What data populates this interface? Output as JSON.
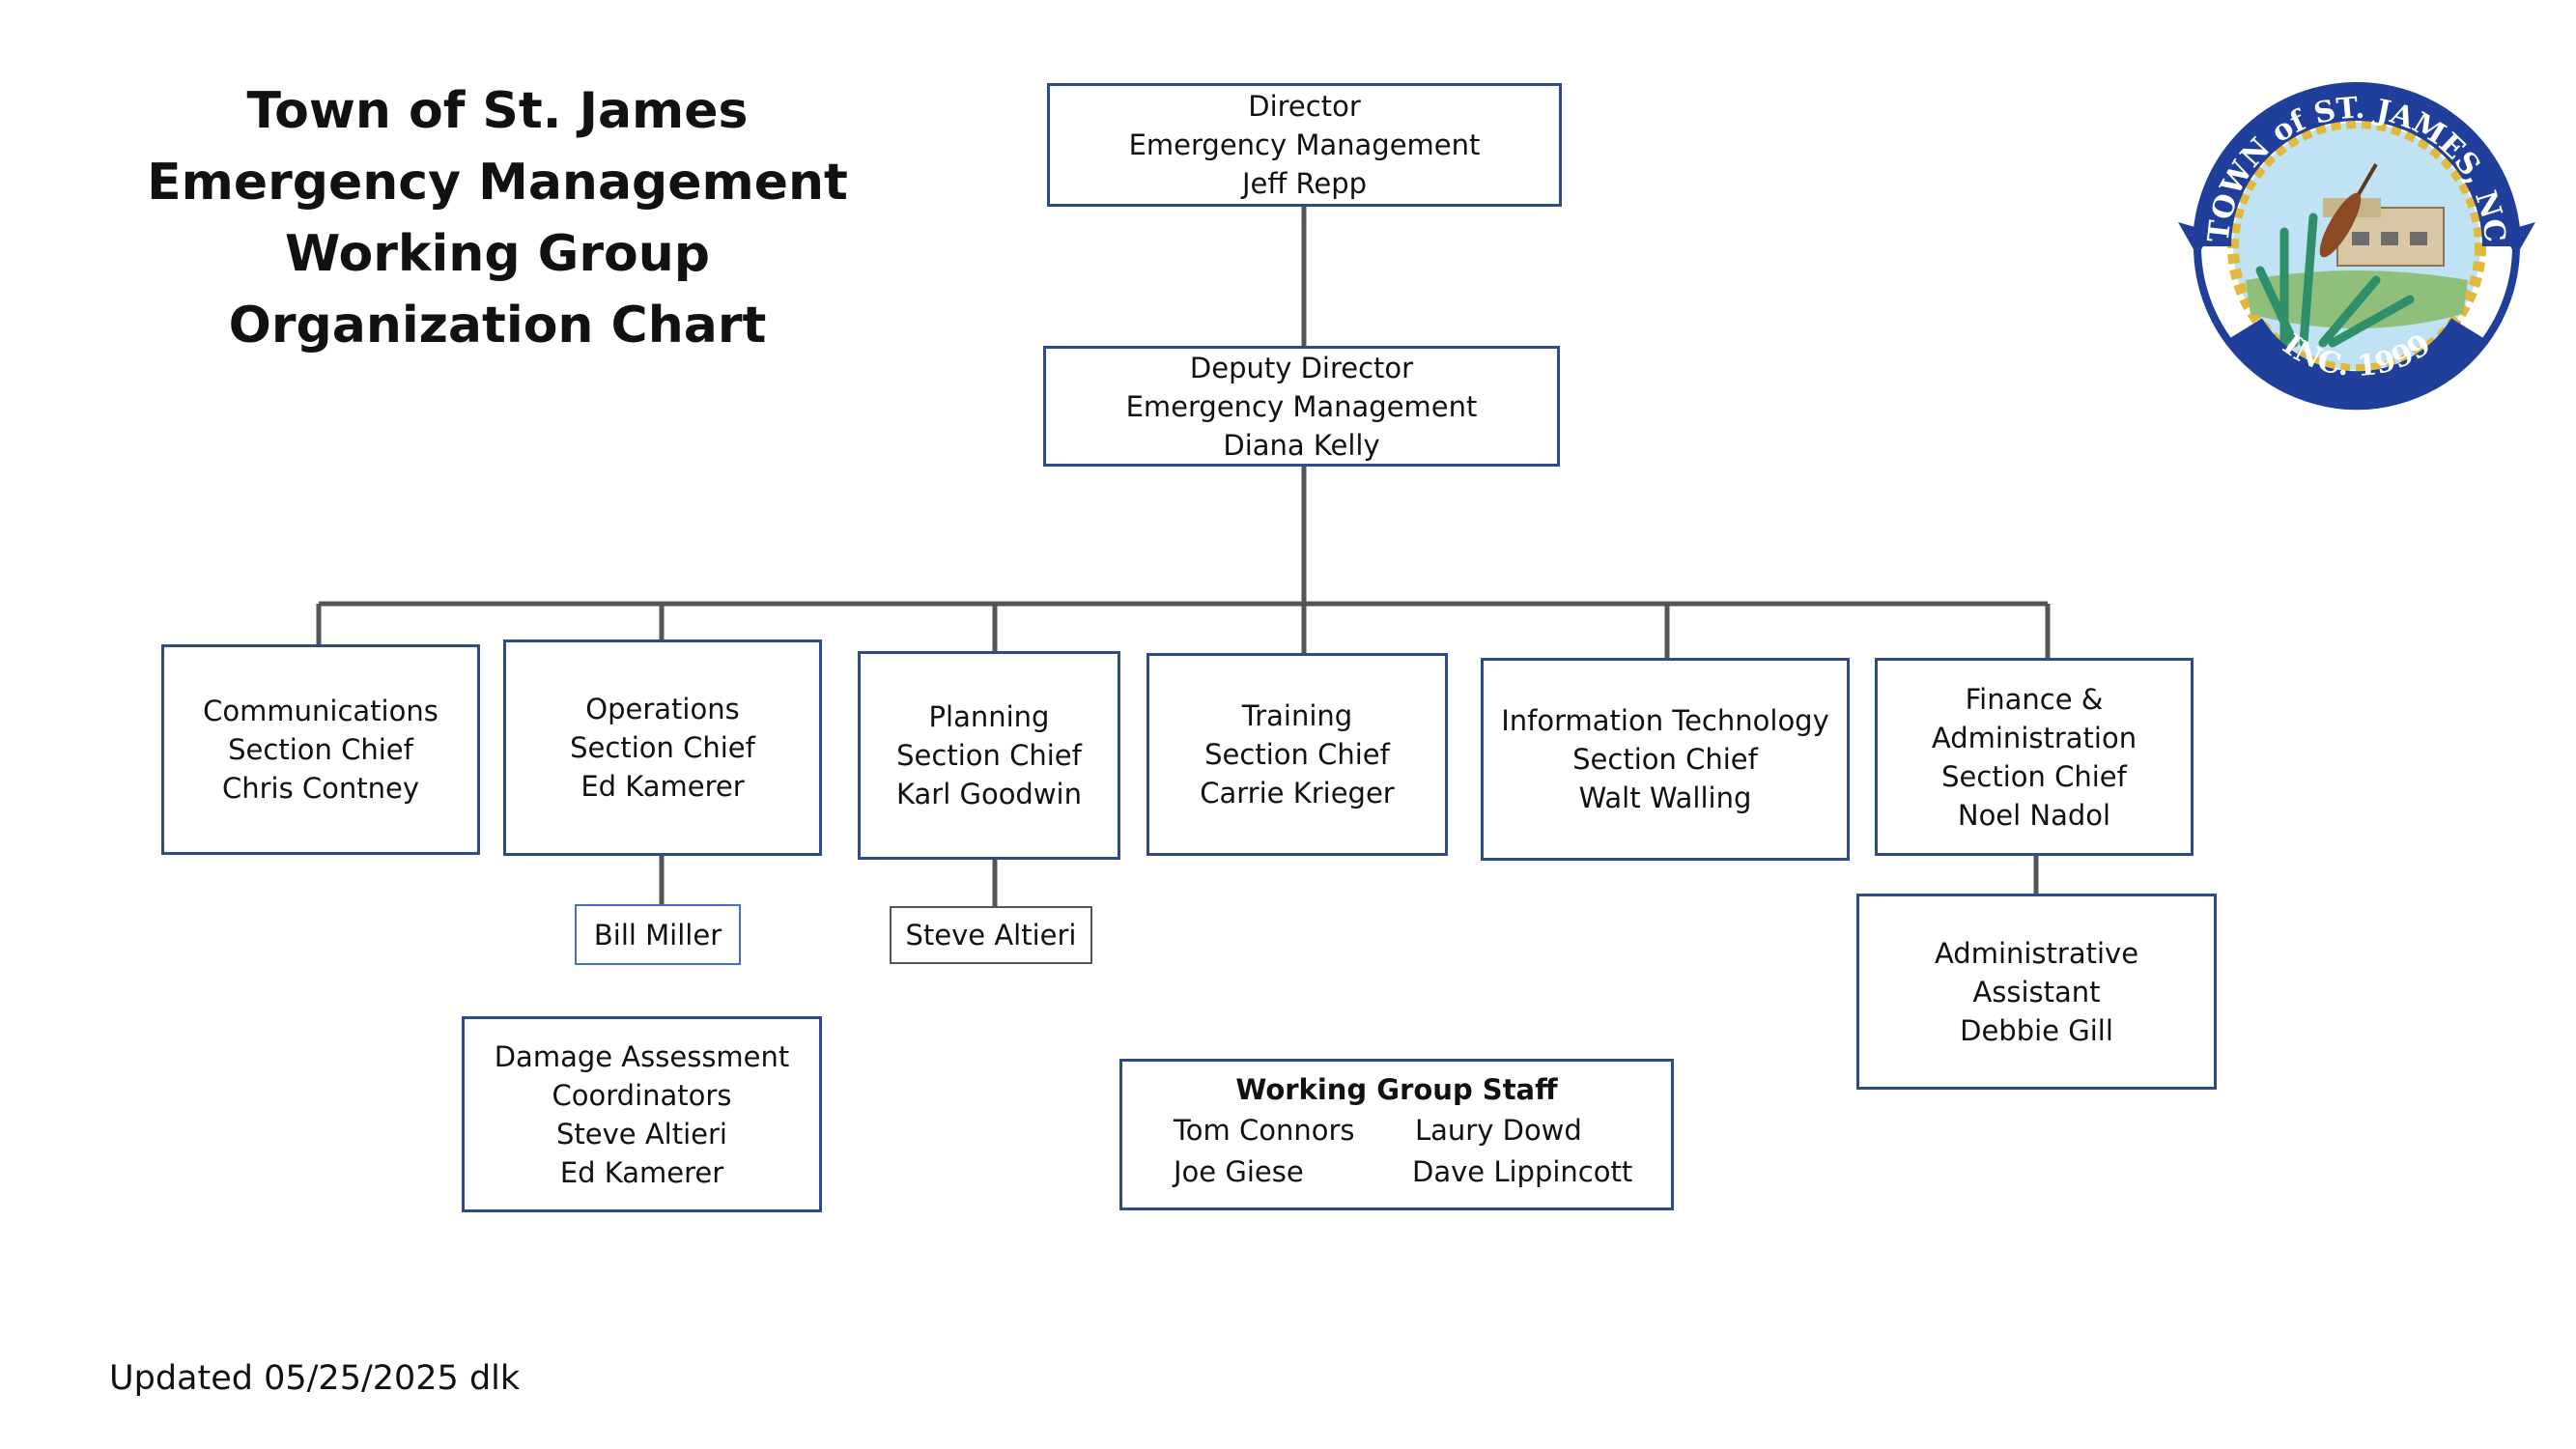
{
  "title": {
    "line1": "Town of St. James",
    "line2": "Emergency Management",
    "line3": "Working Group",
    "line4": "Organization Chart"
  },
  "director": {
    "role": "Director",
    "unit": "Emergency Management",
    "name": "Jeff Repp"
  },
  "deputy": {
    "role": "Deputy Director",
    "unit": "Emergency Management",
    "name": "Diana Kelly"
  },
  "sections": [
    {
      "line1": "Communications",
      "line2": "Section Chief",
      "line3": "Chris Contney"
    },
    {
      "line1": "Operations",
      "line2": "Section Chief",
      "line3": "Ed Kamerer"
    },
    {
      "line1": "Planning",
      "line2": "Section Chief",
      "line3": "Karl Goodwin"
    },
    {
      "line1": "Training",
      "line2": "Section Chief",
      "line3": "Carrie Krieger"
    },
    {
      "line1": "Information Technology",
      "line2": "Section Chief",
      "line3": "Walt Walling"
    },
    {
      "line1": "Finance &",
      "line2": "Administration",
      "line3": "Section Chief",
      "line4": "Noel Nadol"
    }
  ],
  "operations_member": "Bill Miller",
  "planning_member": "Steve Altieri",
  "damage_assessment": {
    "line1": "Damage Assessment",
    "line2": "Coordinators",
    "line3": "Steve Altieri",
    "line4": "Ed Kamerer"
  },
  "admin_assistant": {
    "line1": "Administrative",
    "line2": "Assistant",
    "line3": "Debbie Gill"
  },
  "working_group": {
    "heading": "Working Group Staff",
    "names": [
      "Tom Connors",
      "Laury Dowd",
      "Joe Giese",
      "Dave Lippincott"
    ]
  },
  "updated": "Updated 05/25/2025 dlk",
  "seal": {
    "top_text": "TOWN of ST. JAMES, NC",
    "bottom_text": "INC. 1999",
    "colors": {
      "ribbon": "#1f3f9a",
      "rope": "#e2b93b",
      "sky": "#bfe3f5",
      "reeds": "#2e8f6a"
    }
  }
}
